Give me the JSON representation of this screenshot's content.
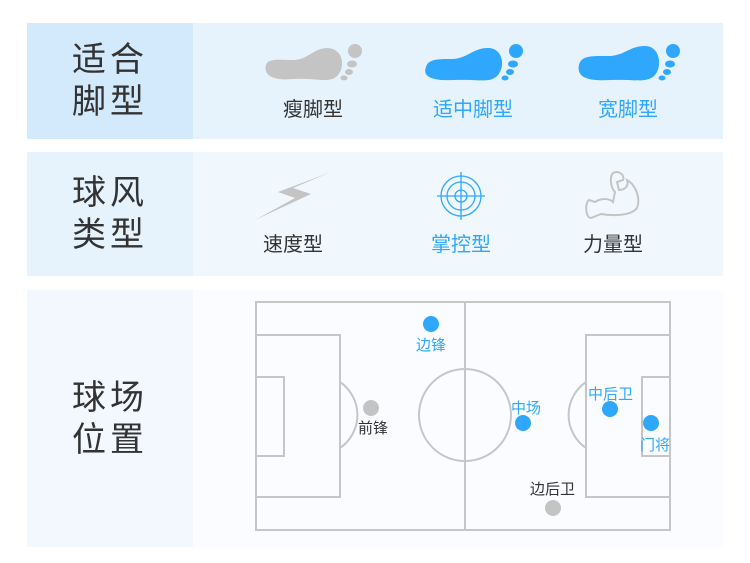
{
  "foot": {
    "label": "适合脚型",
    "items": [
      {
        "label": "瘦脚型",
        "active": false
      },
      {
        "label": "适中脚型",
        "active": true
      },
      {
        "label": "宽脚型",
        "active": true
      }
    ]
  },
  "style": {
    "label": "球风类型",
    "items": [
      {
        "label": "速度型",
        "active": false,
        "icon": "lightning-icon"
      },
      {
        "label": "掌控型",
        "active": true,
        "icon": "target-icon"
      },
      {
        "label": "力量型",
        "active": false,
        "icon": "muscle-arm-icon"
      }
    ]
  },
  "position": {
    "label": "球场位置",
    "players": [
      {
        "label": "边锋",
        "active": true
      },
      {
        "label": "前锋",
        "active": false
      },
      {
        "label": "中场",
        "active": true
      },
      {
        "label": "中后卫",
        "active": true
      },
      {
        "label": "门将",
        "active": true
      },
      {
        "label": "边后卫",
        "active": false
      }
    ]
  },
  "colors": {
    "active": "#2ea7fd",
    "inactive": "#c4c4c4"
  }
}
